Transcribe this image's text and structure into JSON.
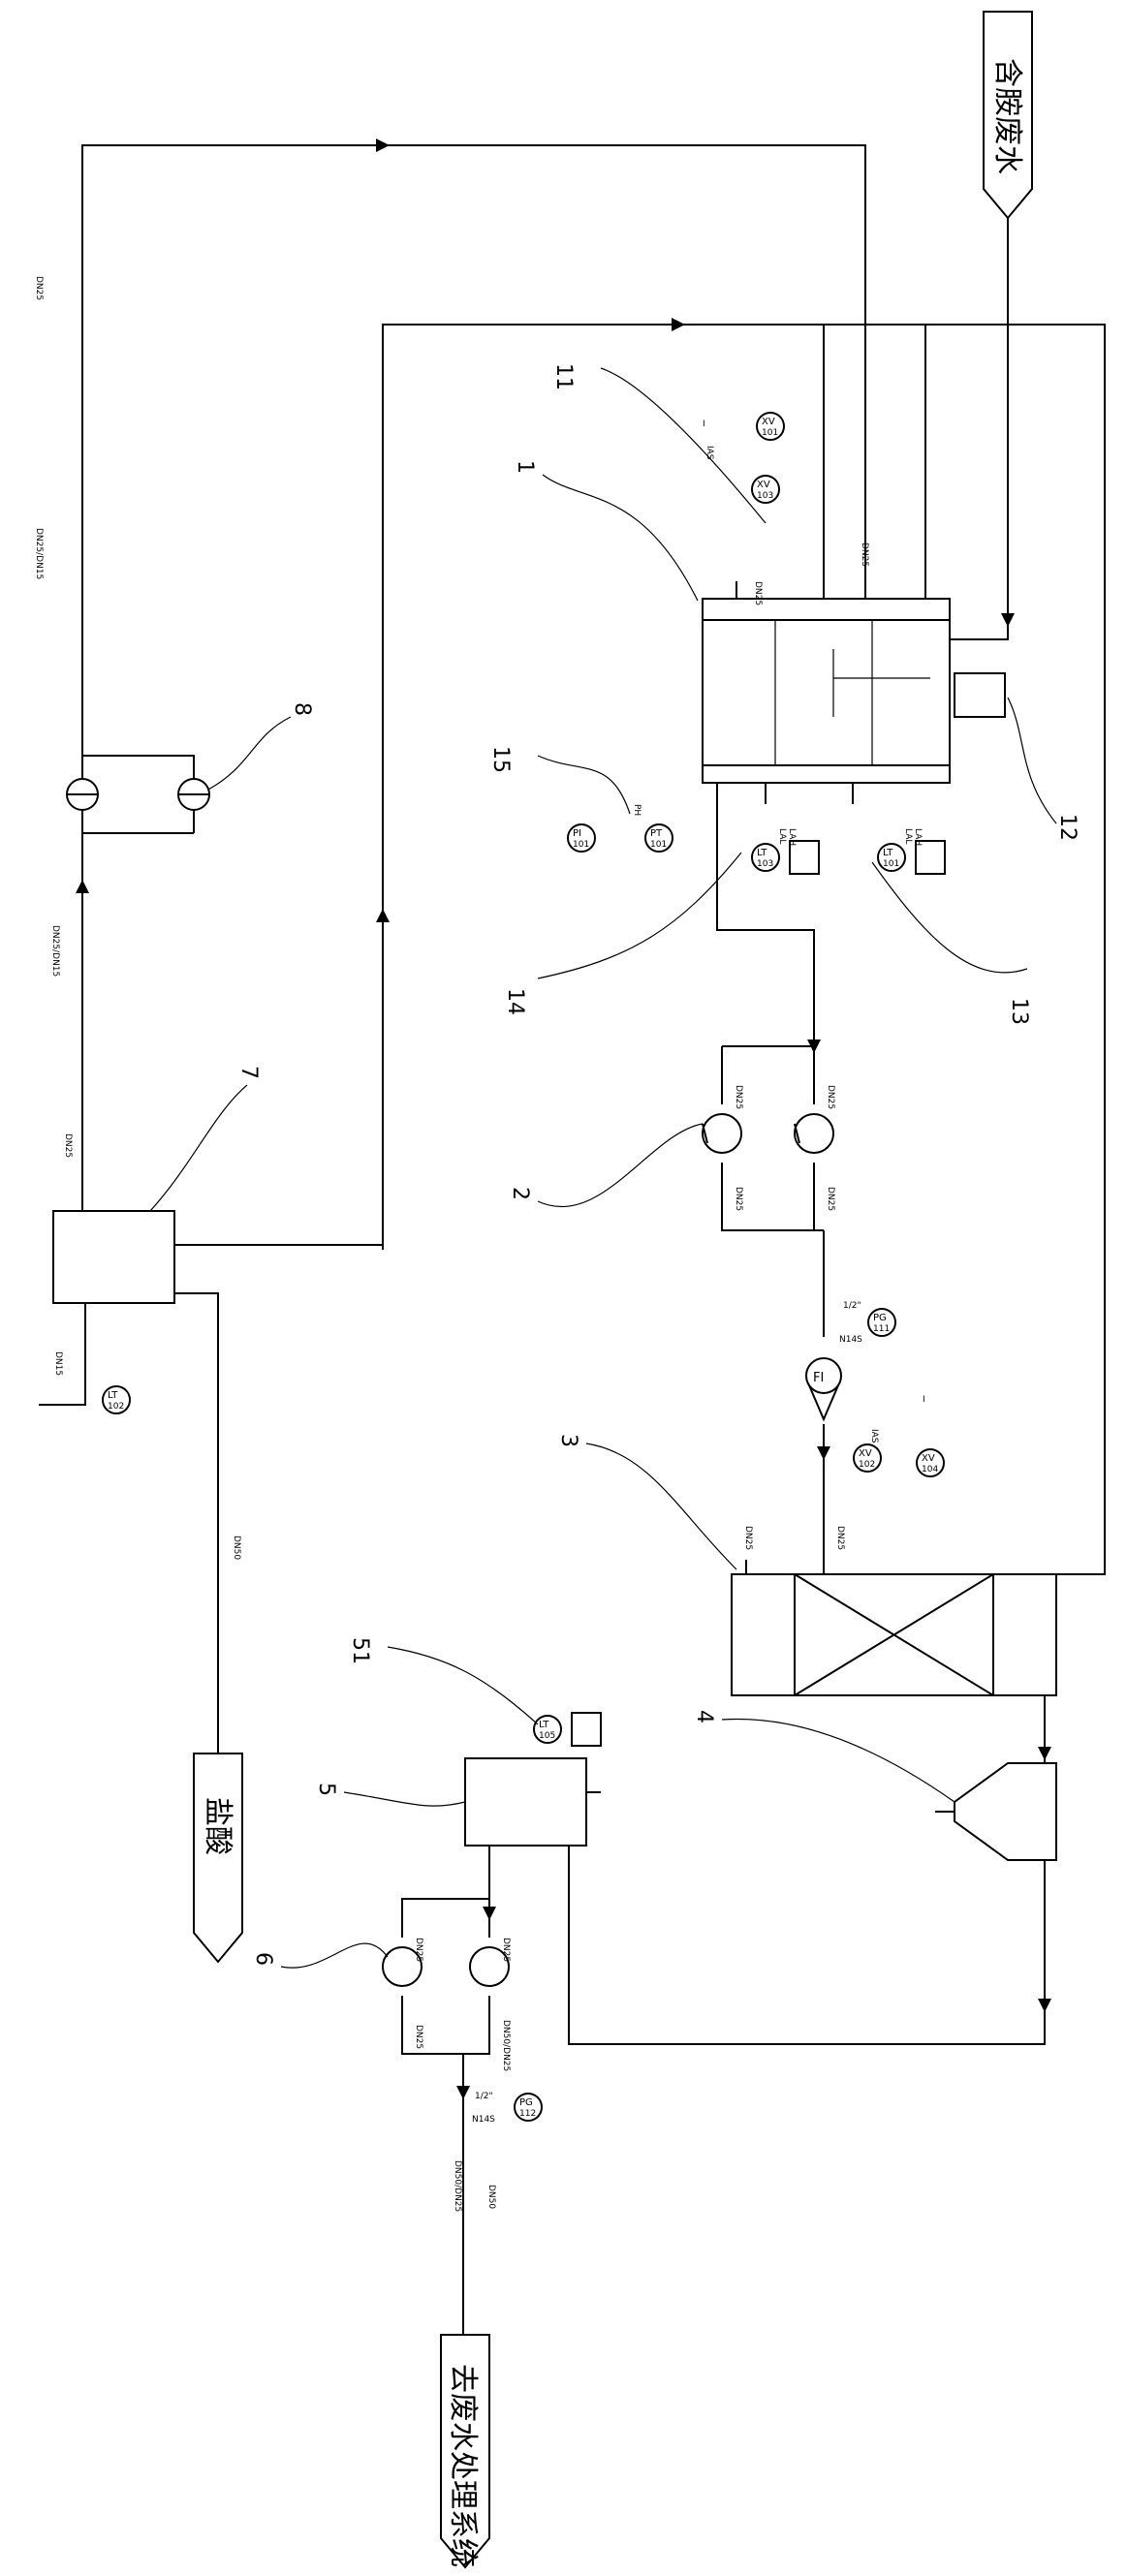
{
  "terminals": {
    "inlet": "含胺废水",
    "acid": "盐酸",
    "outlet": "去废水处理系统"
  },
  "callouts": [
    "11",
    "1",
    "15",
    "14",
    "13",
    "12",
    "2",
    "3",
    "4",
    "5",
    "51",
    "6",
    "7",
    "8"
  ],
  "instruments": {
    "xv_top_a": "XV",
    "xv_top_a_no": "103",
    "xv_top_b": "XV",
    "xv_top_b_no": "101",
    "pi_tank": "PI",
    "pi_tank_no": "101",
    "pt_tank": "PT",
    "pt_tank_no": "101",
    "lt_tank_a": "LT",
    "lt_tank_a_no": "103",
    "lt_tank_b": "LT",
    "lt_tank_b_no": "101",
    "pg_pump": "PG",
    "pg_pump_no": "111",
    "fi_meter": "FI",
    "xv_col_a": "XV",
    "xv_col_a_no": "102",
    "xv_col_b": "XV",
    "xv_col_b_no": "104",
    "lt_acid": "LT",
    "lt_acid_no": "102",
    "lt_tank5": "LT",
    "lt_tank5_no": "105",
    "pg_tank5": "PG",
    "pg_tank5_no": "112"
  },
  "tags": {
    "ph": "PH",
    "lah": "LAH",
    "lal": "LAL",
    "ias": "IAS",
    "i_symbol": "I",
    "dn25": "DN25",
    "dn15": "DN15",
    "dn50": "DN50",
    "dn50_dn25": "DN50/DN25",
    "dn25_dn15": "DN25/DN15",
    "half_inch": "1/2\"",
    "n14s": "N14S"
  }
}
